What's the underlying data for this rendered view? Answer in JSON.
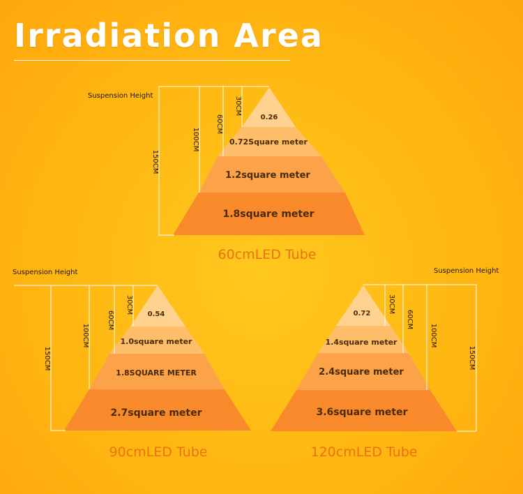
{
  "title": "Irradiation Area",
  "tier_colors": [
    "#ffd28f",
    "#ffbf6a",
    "#fca34a",
    "#f98a2b"
  ],
  "line_color": "#ffffff",
  "diagrams": [
    {
      "caption": "60cmLED Tube",
      "suspension_label": "Suspension Height",
      "heights": [
        "30CM",
        "60CM",
        "100CM",
        "150CM"
      ],
      "areas": [
        "0.26",
        "0.72Square meter",
        "1.2square meter",
        "1.8square meter"
      ]
    },
    {
      "caption": "90cmLED Tube",
      "suspension_label": "Suspension Height",
      "heights": [
        "30CM",
        "60CM",
        "100CM",
        "150CM"
      ],
      "areas": [
        "0.54",
        "1.0square meter",
        "1.8SQUARE METER",
        "2.7square meter"
      ]
    },
    {
      "caption": "120cmLED Tube",
      "suspension_label": "Suspension Height",
      "heights": [
        "30CM",
        "60CM",
        "100CM",
        "150CM"
      ],
      "areas": [
        "0.72",
        "1.4square meter",
        "2.4square meter",
        "3.6square meter"
      ]
    }
  ]
}
